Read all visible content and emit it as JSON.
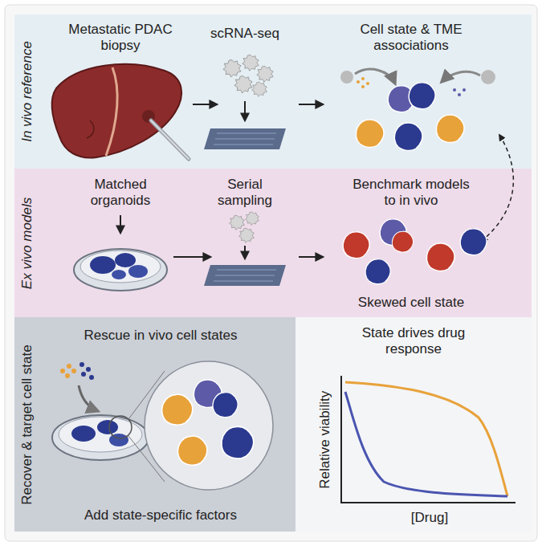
{
  "diagram": {
    "nodes": [
      {
        "text": [
          "In vivo reference"
        ]
      },
      {
        "text": [
          "Ex vivo models"
        ]
      },
      {
        "text": [
          "Recover & target cell state"
        ]
      },
      {
        "text": [
          "State drives drug response"
        ]
      }
    ],
    "labels": [
      "Metastatic PDAC biopsy",
      "scRNA-seq",
      "Cell state & TME associations",
      "Matched organoids",
      "Serial sampling",
      "Benchmark models to in vivo",
      "Skewed cell state",
      "Rescue in vivo cell states",
      "Add state-specific factors",
      "Relative viability",
      "[Drug]"
    ]
  }
}
